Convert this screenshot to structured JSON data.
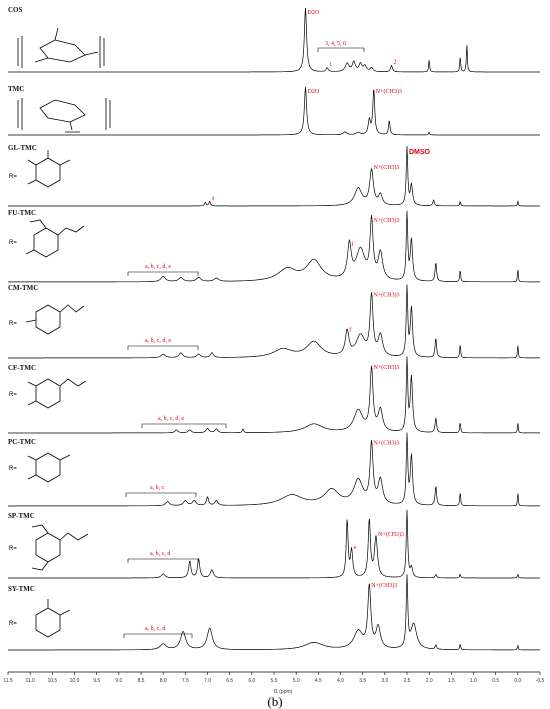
{
  "panel_label": "(b)",
  "chart_data": {
    "type": "line",
    "xlabel": "f1 (ppm)",
    "x_reversed": true,
    "xlim": [
      11.5,
      -0.5
    ],
    "x_ticks": [
      "11.5",
      "11.0",
      "10.5",
      "10.0",
      "9.5",
      "9.0",
      "8.5",
      "8.0",
      "7.5",
      "7.0",
      "6.5",
      "6.0",
      "5.5",
      "5.0",
      "4.5",
      "4.0",
      "3.5",
      "3.0",
      "2.5",
      "2.0",
      "1.5",
      "1.0",
      "0.5",
      "0.0",
      "-0.5"
    ],
    "series": [
      {
        "name": "COS",
        "peaks": [
          {
            "x": 4.79,
            "h": 1.0,
            "w": 0.03,
            "label": "D2O"
          },
          {
            "x": 4.3,
            "h": 0.06,
            "w": 0.03,
            "label": "1"
          },
          {
            "x": 3.85,
            "h": 0.13,
            "w": 0.05
          },
          {
            "x": 3.7,
            "h": 0.15,
            "w": 0.04
          },
          {
            "x": 3.55,
            "h": 0.12,
            "w": 0.04
          },
          {
            "x": 3.45,
            "h": 0.09,
            "w": 0.04
          },
          {
            "x": 3.3,
            "h": 0.06,
            "w": 0.04
          },
          {
            "x": 2.85,
            "h": 0.1,
            "w": 0.025,
            "label": "2"
          },
          {
            "x": 2.0,
            "h": 0.2,
            "w": 0.012
          },
          {
            "x": 1.3,
            "h": 0.25,
            "w": 0.012
          },
          {
            "x": 1.15,
            "h": 0.45,
            "w": 0.012
          }
        ]
      },
      {
        "name": "TMC",
        "peaks": [
          {
            "x": 4.79,
            "h": 1.0,
            "w": 0.03,
            "label": "D2O"
          },
          {
            "x": 3.9,
            "h": 0.06,
            "w": 0.05
          },
          {
            "x": 3.6,
            "h": 0.05,
            "w": 0.05
          },
          {
            "x": 3.35,
            "h": 0.3,
            "w": 0.03
          },
          {
            "x": 3.25,
            "h": 0.95,
            "w": 0.025,
            "label": "N+(CH3)3"
          },
          {
            "x": 2.9,
            "h": 0.3,
            "w": 0.02
          },
          {
            "x": 2.0,
            "h": 0.06,
            "w": 0.012
          }
        ]
      },
      {
        "name": "GL-TMC",
        "peaks": [
          {
            "x": 7.05,
            "h": 0.06,
            "w": 0.02
          },
          {
            "x": 6.95,
            "h": 0.08,
            "w": 0.02,
            "label": "a"
          },
          {
            "x": 3.6,
            "h": 0.3,
            "w": 0.1
          },
          {
            "x": 3.3,
            "h": 0.6,
            "w": 0.05,
            "label": "N+(CH3)3"
          },
          {
            "x": 3.1,
            "h": 0.18,
            "w": 0.05
          },
          {
            "x": 2.5,
            "h": 1.0,
            "w": 0.02,
            "label": "DMSO"
          },
          {
            "x": 2.4,
            "h": 0.35,
            "w": 0.03
          },
          {
            "x": 1.9,
            "h": 0.1,
            "w": 0.02
          },
          {
            "x": 1.3,
            "h": 0.08,
            "w": 0.012
          },
          {
            "x": 0.0,
            "h": 0.09,
            "w": 0.01
          }
        ]
      },
      {
        "name": "FU-TMC",
        "peaks": [
          {
            "x": 8.0,
            "h": 0.08,
            "w": 0.06
          },
          {
            "x": 7.6,
            "h": 0.06,
            "w": 0.06
          },
          {
            "x": 7.2,
            "h": 0.06,
            "w": 0.06
          },
          {
            "x": 6.8,
            "h": 0.05,
            "w": 0.06
          },
          {
            "x": 5.2,
            "h": 0.18,
            "w": 0.25
          },
          {
            "x": 4.6,
            "h": 0.3,
            "w": 0.2
          },
          {
            "x": 3.8,
            "h": 0.5,
            "w": 0.05,
            "label": "f"
          },
          {
            "x": 3.55,
            "h": 0.45,
            "w": 0.12
          },
          {
            "x": 3.3,
            "h": 0.85,
            "w": 0.04,
            "label": "N+(CH3)3"
          },
          {
            "x": 3.1,
            "h": 0.4,
            "w": 0.06
          },
          {
            "x": 2.5,
            "h": 1.0,
            "w": 0.02
          },
          {
            "x": 2.4,
            "h": 0.6,
            "w": 0.03
          },
          {
            "x": 1.85,
            "h": 0.28,
            "w": 0.02
          },
          {
            "x": 1.3,
            "h": 0.18,
            "w": 0.012
          },
          {
            "x": 0.0,
            "h": 0.2,
            "w": 0.01
          }
        ]
      },
      {
        "name": "CM-TMC",
        "peaks": [
          {
            "x": 8.0,
            "h": 0.05,
            "w": 0.06
          },
          {
            "x": 7.6,
            "h": 0.07,
            "w": 0.05
          },
          {
            "x": 7.2,
            "h": 0.05,
            "w": 0.05
          },
          {
            "x": 6.9,
            "h": 0.07,
            "w": 0.04
          },
          {
            "x": 5.3,
            "h": 0.12,
            "w": 0.25
          },
          {
            "x": 4.6,
            "h": 0.22,
            "w": 0.2
          },
          {
            "x": 3.85,
            "h": 0.35,
            "w": 0.05,
            "label": "f"
          },
          {
            "x": 3.55,
            "h": 0.3,
            "w": 0.12
          },
          {
            "x": 3.3,
            "h": 0.85,
            "w": 0.04,
            "label": "N+(CH3)3"
          },
          {
            "x": 3.1,
            "h": 0.3,
            "w": 0.06
          },
          {
            "x": 2.5,
            "h": 1.0,
            "w": 0.02
          },
          {
            "x": 2.4,
            "h": 0.7,
            "w": 0.03
          },
          {
            "x": 1.85,
            "h": 0.28,
            "w": 0.02
          },
          {
            "x": 1.3,
            "h": 0.2,
            "w": 0.012
          },
          {
            "x": 0.0,
            "h": 0.2,
            "w": 0.01
          }
        ]
      },
      {
        "name": "CF-TMC",
        "peaks": [
          {
            "x": 7.7,
            "h": 0.04,
            "w": 0.04
          },
          {
            "x": 7.4,
            "h": 0.04,
            "w": 0.04
          },
          {
            "x": 7.0,
            "h": 0.06,
            "w": 0.04
          },
          {
            "x": 6.8,
            "h": 0.05,
            "w": 0.04
          },
          {
            "x": 6.2,
            "h": 0.05,
            "w": 0.02
          },
          {
            "x": 4.6,
            "h": 0.12,
            "w": 0.25
          },
          {
            "x": 3.6,
            "h": 0.3,
            "w": 0.12
          },
          {
            "x": 3.3,
            "h": 0.85,
            "w": 0.04,
            "label": "N+(CH3)3"
          },
          {
            "x": 3.1,
            "h": 0.3,
            "w": 0.06
          },
          {
            "x": 2.5,
            "h": 1.0,
            "w": 0.02
          },
          {
            "x": 2.4,
            "h": 0.75,
            "w": 0.03
          },
          {
            "x": 1.85,
            "h": 0.2,
            "w": 0.02
          },
          {
            "x": 1.3,
            "h": 0.15,
            "w": 0.012
          },
          {
            "x": 0.0,
            "h": 0.15,
            "w": 0.01
          }
        ]
      },
      {
        "name": "PC-TMC",
        "peaks": [
          {
            "x": 7.9,
            "h": 0.06,
            "w": 0.05
          },
          {
            "x": 7.5,
            "h": 0.07,
            "w": 0.05
          },
          {
            "x": 7.3,
            "h": 0.07,
            "w": 0.05
          },
          {
            "x": 7.0,
            "h": 0.12,
            "w": 0.03
          },
          {
            "x": 6.8,
            "h": 0.07,
            "w": 0.04
          },
          {
            "x": 5.1,
            "h": 0.15,
            "w": 0.3
          },
          {
            "x": 4.2,
            "h": 0.22,
            "w": 0.2
          },
          {
            "x": 3.6,
            "h": 0.35,
            "w": 0.12
          },
          {
            "x": 3.3,
            "h": 0.85,
            "w": 0.04,
            "label": "N+(CH3)3"
          },
          {
            "x": 3.1,
            "h": 0.35,
            "w": 0.06
          },
          {
            "x": 2.5,
            "h": 1.0,
            "w": 0.02
          },
          {
            "x": 2.4,
            "h": 0.7,
            "w": 0.03
          },
          {
            "x": 1.85,
            "h": 0.28,
            "w": 0.02
          },
          {
            "x": 1.3,
            "h": 0.2,
            "w": 0.012
          },
          {
            "x": 0.0,
            "h": 0.2,
            "w": 0.01
          }
        ]
      },
      {
        "name": "SP-TMC",
        "peaks": [
          {
            "x": 8.0,
            "h": 0.06,
            "w": 0.05
          },
          {
            "x": 7.4,
            "h": 0.25,
            "w": 0.03
          },
          {
            "x": 7.2,
            "h": 0.28,
            "w": 0.03
          },
          {
            "x": 6.9,
            "h": 0.12,
            "w": 0.04
          },
          {
            "x": 3.85,
            "h": 0.85,
            "w": 0.025
          },
          {
            "x": 3.75,
            "h": 0.4,
            "w": 0.03,
            "label": "e"
          },
          {
            "x": 3.35,
            "h": 0.85,
            "w": 0.03
          },
          {
            "x": 3.2,
            "h": 0.6,
            "w": 0.04,
            "label": "N+(CH3)3"
          },
          {
            "x": 2.5,
            "h": 1.0,
            "w": 0.02
          },
          {
            "x": 2.4,
            "h": 0.15,
            "w": 0.03
          },
          {
            "x": 1.85,
            "h": 0.05,
            "w": 0.02
          },
          {
            "x": 1.3,
            "h": 0.06,
            "w": 0.012
          },
          {
            "x": 0.0,
            "h": 0.06,
            "w": 0.01
          }
        ]
      },
      {
        "name": "SY-TMC",
        "peaks": [
          {
            "x": 8.0,
            "h": 0.08,
            "w": 0.08
          },
          {
            "x": 7.55,
            "h": 0.25,
            "w": 0.07
          },
          {
            "x": 6.95,
            "h": 0.3,
            "w": 0.07
          },
          {
            "x": 4.6,
            "h": 0.1,
            "w": 0.25
          },
          {
            "x": 3.6,
            "h": 0.25,
            "w": 0.12
          },
          {
            "x": 3.35,
            "h": 0.85,
            "w": 0.04,
            "label": "N+(CH3)3"
          },
          {
            "x": 3.15,
            "h": 0.3,
            "w": 0.06
          },
          {
            "x": 2.5,
            "h": 1.0,
            "w": 0.02
          },
          {
            "x": 2.35,
            "h": 0.35,
            "w": 0.08
          },
          {
            "x": 1.85,
            "h": 0.06,
            "w": 0.02
          },
          {
            "x": 1.3,
            "h": 0.08,
            "w": 0.012
          },
          {
            "x": 0.0,
            "h": 0.07,
            "w": 0.01
          }
        ]
      }
    ],
    "annotations": {
      "cos_bracket": "3, 4, 5, 6",
      "fu_bracket": "a, b, c, d, e",
      "cm_bracket": "a, b, c, d, e",
      "cf_bracket": "a, b, c, d, e",
      "pc_bracket": "a, b, c",
      "sp_bracket": "a, b, c, d",
      "sy_bracket": "a, b, c, d"
    },
    "r_label": "R="
  }
}
